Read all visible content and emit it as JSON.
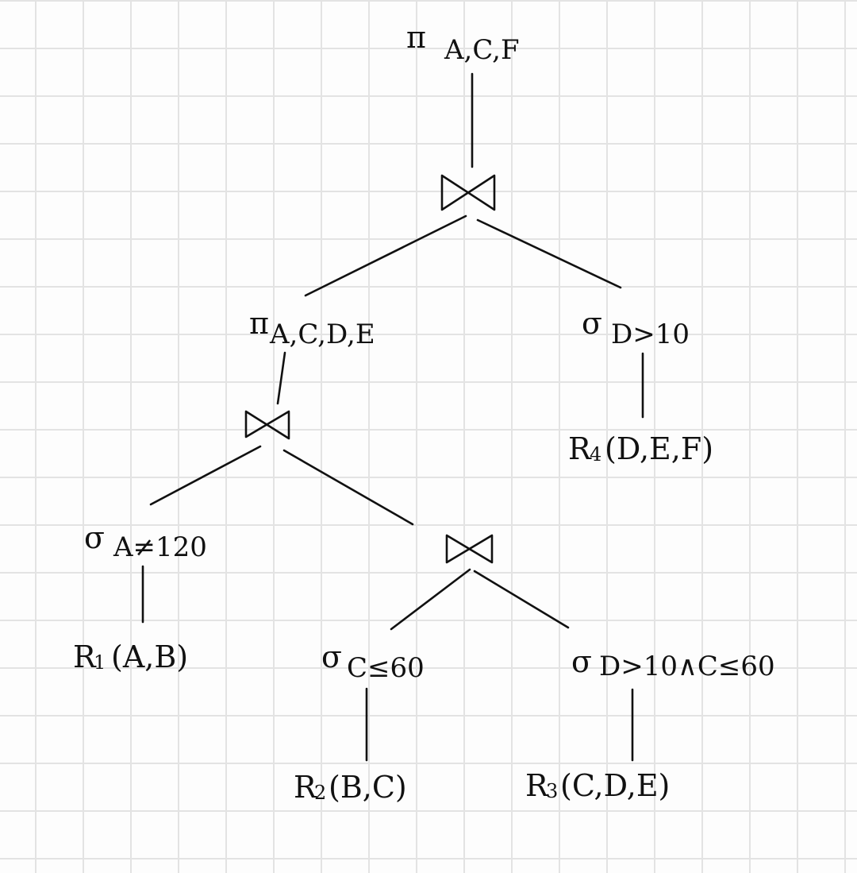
{
  "nodes": {
    "root_projection": {
      "op": "π",
      "attrs": "A,C,F"
    },
    "left_projection": {
      "op": "π",
      "attrs": "A,C,D,E"
    },
    "select_d": {
      "op": "σ",
      "cond": "D>10"
    },
    "select_a": {
      "op": "σ",
      "cond": "A≠120"
    },
    "select_c": {
      "op": "σ",
      "cond": "C≤60"
    },
    "select_dc": {
      "op": "σ",
      "cond": "D>10∧C≤60"
    },
    "r1": {
      "name": "R",
      "index": "1",
      "schema": "(A,B)"
    },
    "r2": {
      "name": "R",
      "index": "2",
      "schema": "(B,C)"
    },
    "r3": {
      "name": "R",
      "index": "3",
      "schema": "(C,D,E)"
    },
    "r4": {
      "name": "R",
      "index": "4",
      "schema": "(D,E,F)"
    }
  }
}
